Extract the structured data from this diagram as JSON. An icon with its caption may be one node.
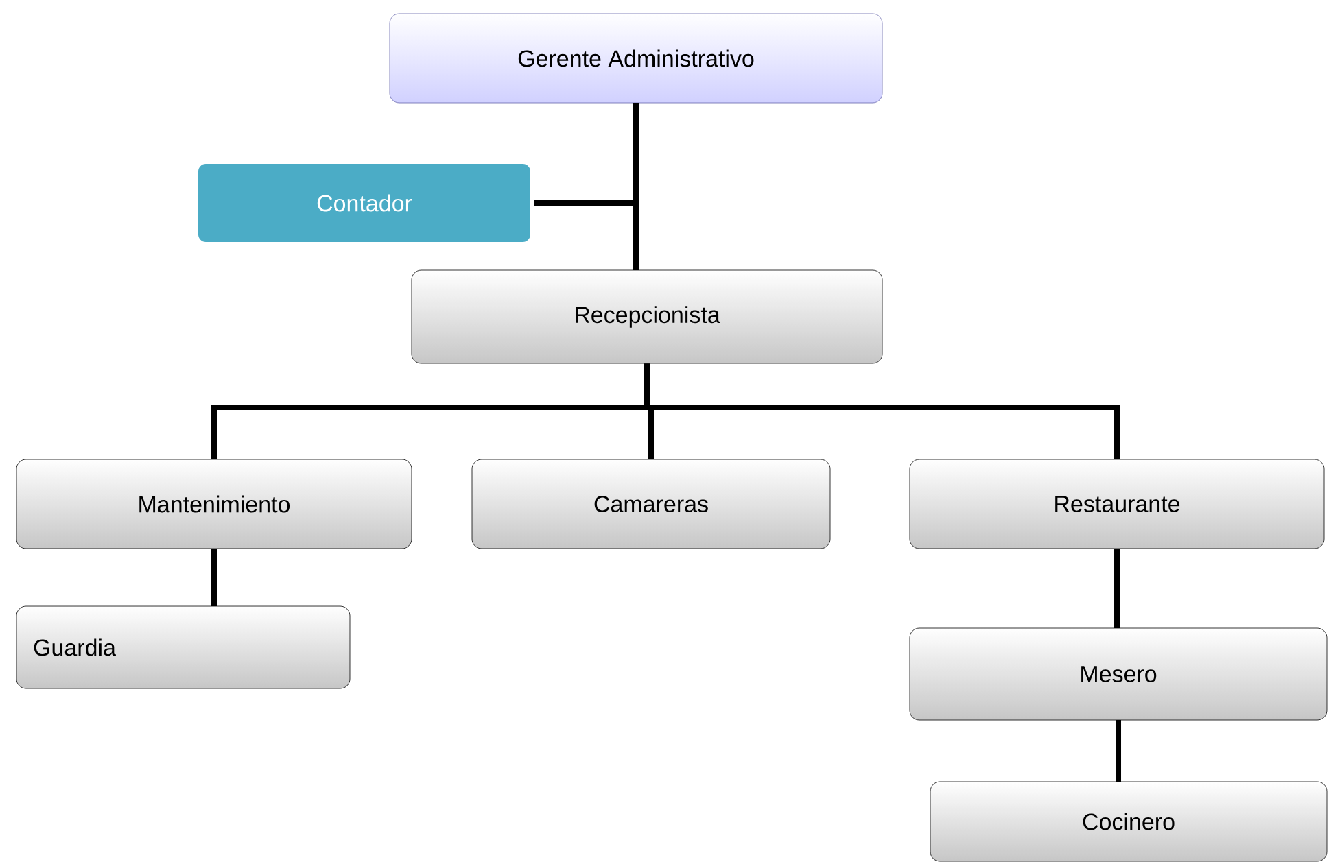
{
  "diagram": {
    "nodes": [
      {
        "text": [
          "Gerente Administrativo"
        ]
      },
      {
        "text": [
          "Contador"
        ]
      },
      {
        "text": [
          "Recepcionista"
        ]
      },
      {
        "text": [
          "Mantenimiento"
        ]
      },
      {
        "text": [
          "Camareras"
        ]
      },
      {
        "text": [
          "Restaurante"
        ]
      },
      {
        "text": [
          "Guardia"
        ]
      },
      {
        "text": [
          "Mesero"
        ]
      },
      {
        "text": [
          "Cocinero"
        ]
      }
    ],
    "edges": [
      {
        "from": 0,
        "to": 2,
        "arrow": "none"
      },
      {
        "from": 1,
        "to": 0,
        "arrow": "none"
      },
      {
        "from": 2,
        "to": 3,
        "arrow": "none"
      },
      {
        "from": 2,
        "to": 4,
        "arrow": "none"
      },
      {
        "from": 2,
        "to": 5,
        "arrow": "none"
      },
      {
        "from": 3,
        "to": 6,
        "arrow": "none"
      },
      {
        "from": 5,
        "to": 7,
        "arrow": "none"
      },
      {
        "from": 7,
        "to": 8,
        "arrow": "none"
      }
    ]
  }
}
